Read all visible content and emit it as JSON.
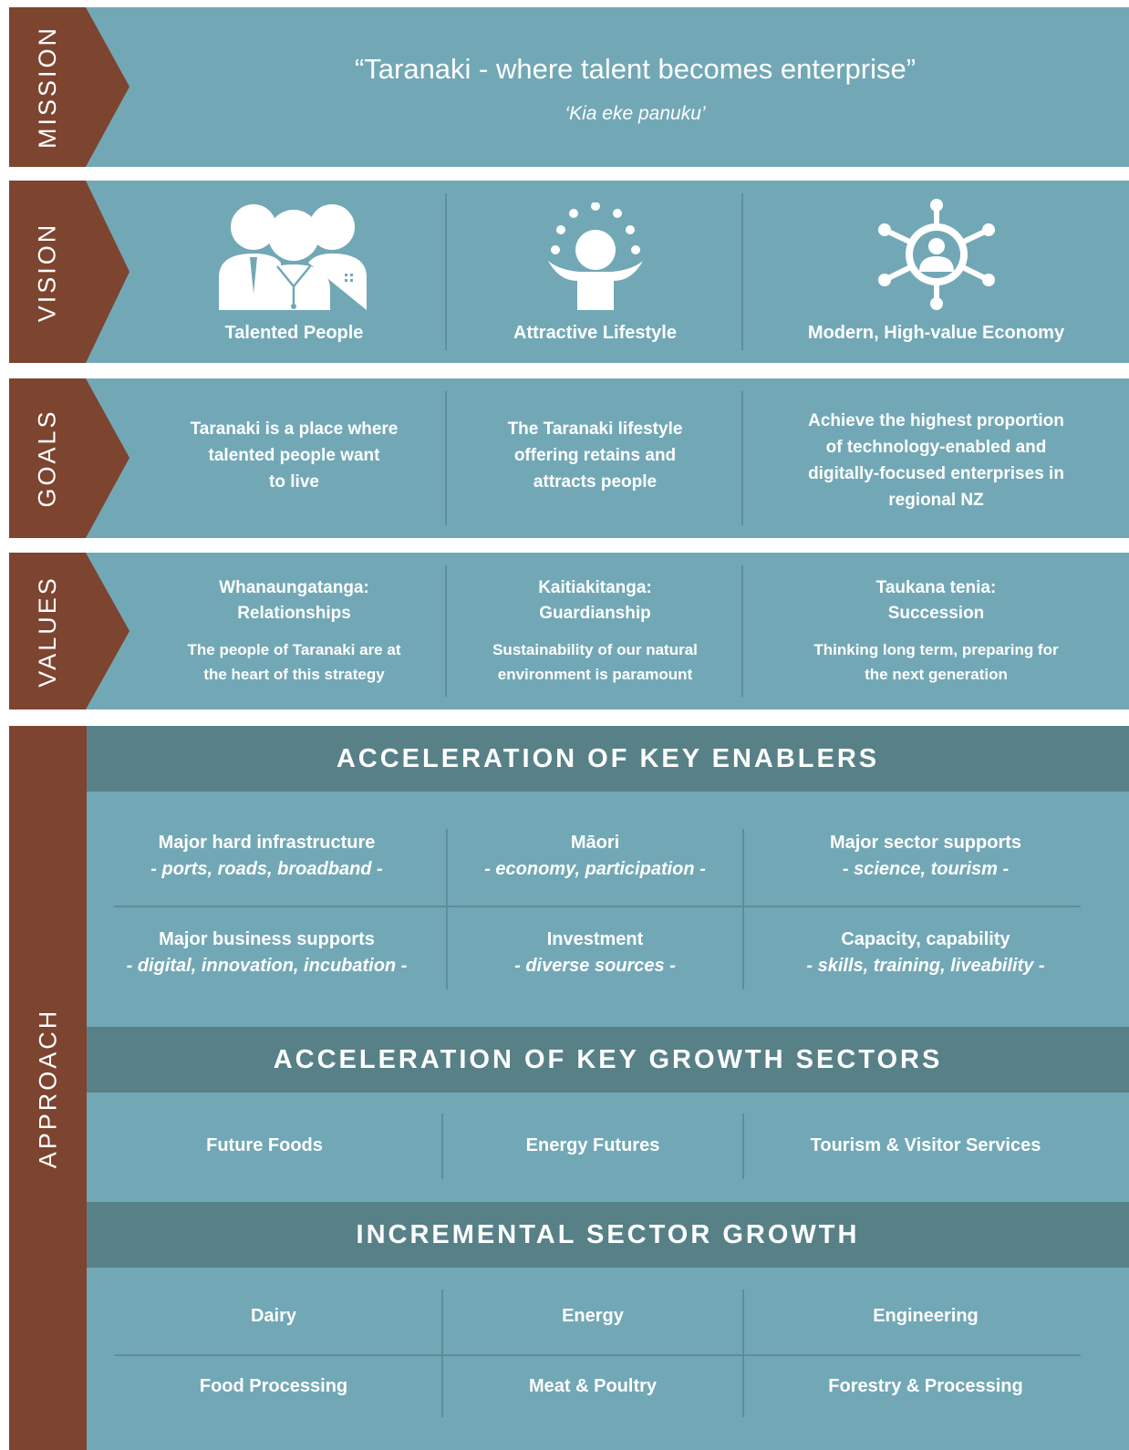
{
  "colors": {
    "band": "#72a8b6",
    "tab": "#7d4430",
    "header": "#578087",
    "divider": "#5d8e9b"
  },
  "mission": {
    "tab_label": "MISSION",
    "quote": "“Taranaki - where talent becomes enterprise”",
    "subtitle": "‘Kia eke panuku’"
  },
  "vision": {
    "tab_label": "VISION",
    "items": [
      {
        "icon": "people-group-icon",
        "label": "Talented People"
      },
      {
        "icon": "juggling-person-icon",
        "label": "Attractive Lifestyle"
      },
      {
        "icon": "network-hub-icon",
        "label": "Modern, High-value Economy"
      }
    ]
  },
  "goals": {
    "tab_label": "GOALS",
    "items": [
      {
        "lines": [
          "Taranaki is a place where",
          "talented people want",
          "to live"
        ]
      },
      {
        "lines": [
          "The Taranaki lifestyle",
          "offering retains and",
          "attracts people"
        ]
      },
      {
        "lines": [
          "Achieve the highest proportion",
          "of technology-enabled and",
          "digitally-focused enterprises in",
          "regional NZ"
        ]
      }
    ]
  },
  "values": {
    "tab_label": "VALUES",
    "items": [
      {
        "head1": "Whanaungatanga:",
        "head2": "Relationships",
        "body1": "The people of Taranaki are at",
        "body2": "the heart of this strategy"
      },
      {
        "head1": "Kaitiakitanga:",
        "head2": "Guardianship",
        "body1": "Sustainability of our natural",
        "body2": "environment is paramount"
      },
      {
        "head1": "Taukana tenia:",
        "head2": "Succession",
        "body1": "Thinking long term, preparing for",
        "body2": "the next generation"
      }
    ]
  },
  "approach": {
    "tab_label": "APPROACH",
    "enablers": {
      "title": "ACCELERATION OF KEY ENABLERS",
      "cells": [
        {
          "main": "Major hard infrastructure",
          "sub": "- ports, roads, broadband -"
        },
        {
          "main": "Māori",
          "sub": "- economy, participation -"
        },
        {
          "main": "Major sector supports",
          "sub": "- science, tourism -"
        },
        {
          "main": "Major business supports",
          "sub": "- digital, innovation, incubation -"
        },
        {
          "main": "Investment",
          "sub": "- diverse sources -"
        },
        {
          "main": "Capacity, capability",
          "sub": "- skills, training, liveability -"
        }
      ]
    },
    "growth": {
      "title": "ACCELERATION OF KEY GROWTH SECTORS",
      "cells": [
        "Future Foods",
        "Energy Futures",
        "Tourism & Visitor Services"
      ]
    },
    "incremental": {
      "title": "INCREMENTAL SECTOR GROWTH",
      "cells": [
        "Dairy",
        "Energy",
        "Engineering",
        "Food Processing",
        "Meat & Poultry",
        "Forestry & Processing"
      ]
    }
  }
}
